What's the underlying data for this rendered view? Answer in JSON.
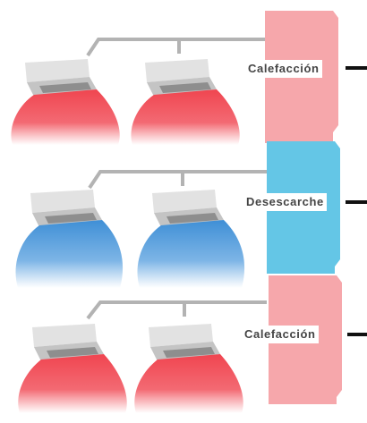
{
  "rows": [
    {
      "mode": "heating",
      "label": "Calefacción",
      "outdoor_color": "#f6a7ab",
      "airflow_color": "#f04550"
    },
    {
      "mode": "defrost",
      "label": "Desescarche",
      "outdoor_color": "#64c6e6",
      "airflow_color": "#3f8fd6"
    },
    {
      "mode": "heating",
      "label": "Calefacción",
      "outdoor_color": "#f6a7ab",
      "airflow_color": "#f04550"
    }
  ],
  "pipe_color": "#b3b3b3",
  "connector_color": "#111111"
}
